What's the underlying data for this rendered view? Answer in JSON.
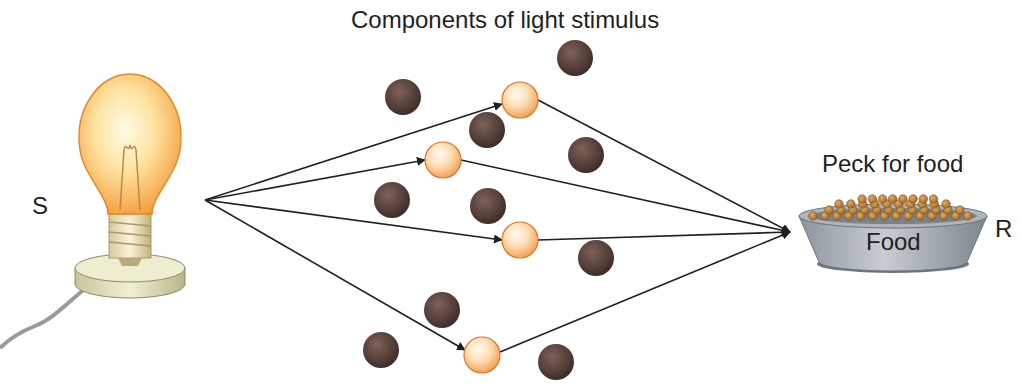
{
  "diagram": {
    "title": "Components of light stimulus",
    "nodes": [
      {
        "text": [
          "Peck for food",
          "Food"
        ]
      }
    ],
    "labels": [
      "S",
      "R"
    ]
  }
}
